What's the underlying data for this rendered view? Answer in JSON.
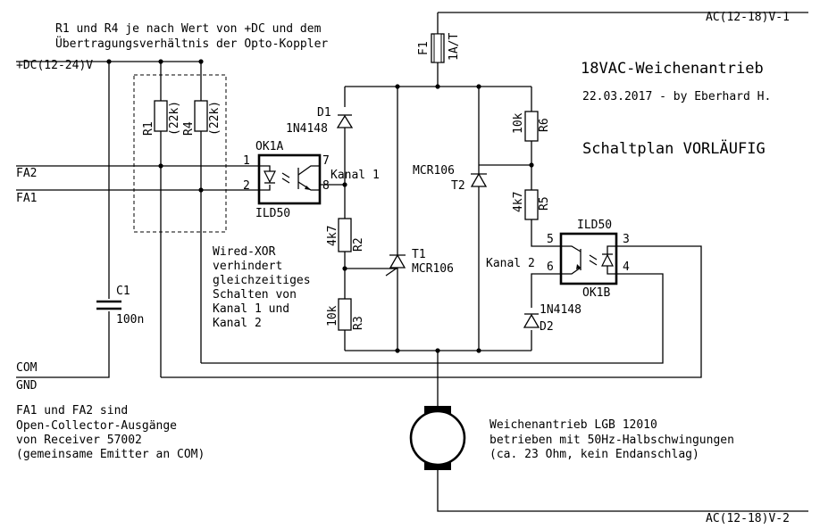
{
  "notes": {
    "resistor_note_1": "R1 und R4 je nach Wert von +DC und dem",
    "resistor_note_2": "Übertragungsverhältnis der Opto-Koppler",
    "xor_note": [
      "Wired-XOR",
      "verhindert",
      "gleichzeitiges",
      "Schalten von",
      "Kanal 1 und",
      "Kanal 2"
    ],
    "inputs_note": [
      "FA1 und FA2 sind",
      "Open-Collector-Ausgänge",
      "von Receiver 57002",
      "(gemeinsame Emitter an COM)"
    ],
    "motor_note": [
      "Weichenantrieb LGB 12010",
      "betrieben mit 50Hz-Halbschwingungen",
      "(ca. 23 Ohm, kein Endanschlag)"
    ]
  },
  "title": {
    "main": "18VAC-Weichenantrieb",
    "date_author": "22.03.2017 - by Eberhard H.",
    "status": "Schaltplan VORLÄUFIG"
  },
  "nets": {
    "ac1": "AC(12-18)V-1",
    "ac2": "AC(12-18)V-2",
    "dc": "+DC(12-24)V",
    "fa2": "FA2",
    "fa1": "FA1",
    "com": "COM",
    "gnd": "GND"
  },
  "components": {
    "f1_name": "F1",
    "f1_value": "1A/T",
    "r1_name": "R1",
    "r1_value": "(22k)",
    "r4_name": "R4",
    "r4_value": "(22k)",
    "ok1a_name": "OK1A",
    "ok1a_type": "ILD50",
    "ok1b_name": "OK1B",
    "ok1b_type": "ILD50",
    "d1_name": "D1",
    "d1_value": "1N4148",
    "d2_name": "D2",
    "d2_value": "1N4148",
    "r2_name": "R2",
    "r2_value": "4k7",
    "r3_name": "R3",
    "r3_value": "10k",
    "r5_name": "R5",
    "r5_value": "4k7",
    "r6_name": "R6",
    "r6_value": "10k",
    "t1_name": "T1",
    "t1_value": "MCR106",
    "t2_name": "T2",
    "t2_value": "MCR106",
    "c1_name": "C1",
    "c1_value": "100n",
    "kanal1": "Kanal 1",
    "kanal2": "Kanal 2"
  },
  "pins": {
    "ok1a_p1": "1",
    "ok1a_p2": "2",
    "ok1a_p7": "7",
    "ok1a_p8": "8",
    "ok1b_p5": "5",
    "ok1b_p6": "6",
    "ok1b_p3": "3",
    "ok1b_p4": "4"
  }
}
